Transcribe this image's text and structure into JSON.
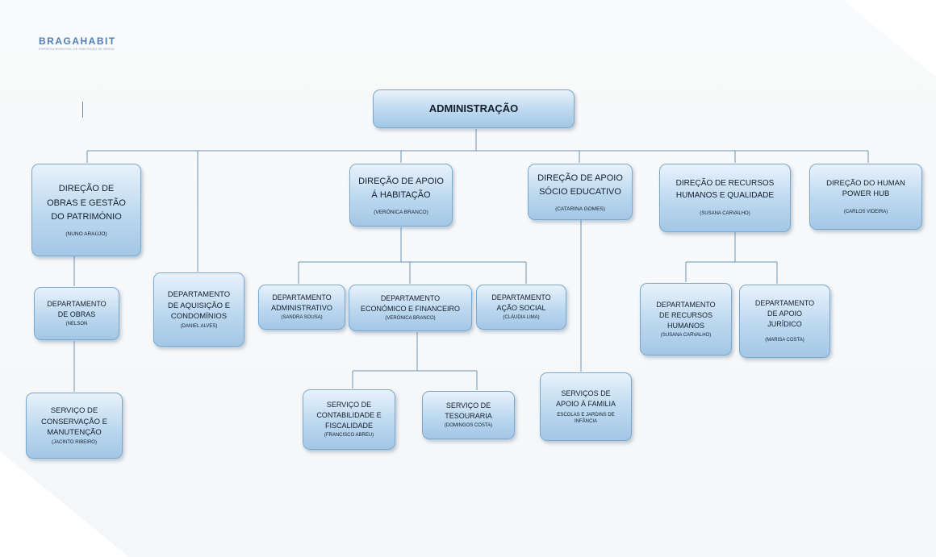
{
  "logo": {
    "name": "BRAGAHABIT",
    "tagline": "EMPRESA MUNICIPAL DE HABITAÇÃO DE BRAGA"
  },
  "chart": {
    "admin": {
      "title": "ADMINISTRAÇÃO"
    },
    "obras": {
      "title": [
        "DIREÇÃO DE",
        "OBRAS E GESTÃO",
        "DO PATRIMÓNIO"
      ],
      "person": "(NUNO ARAÚJO)"
    },
    "dep_obras": {
      "title": [
        "DEPARTAMENTO",
        "DE OBRAS"
      ],
      "person": "(NELSON"
    },
    "serv_conserv": {
      "title": [
        "SERVIÇO DE",
        "CONSERVAÇÃO E",
        "MANUTENÇÃO"
      ],
      "person": "(JACINTO RIBEIRO)"
    },
    "dep_aquisicao": {
      "title": [
        "DEPARTAMENTO",
        "DE AQUISIÇÃO E",
        "CONDOMÍNIOS"
      ],
      "person": "(DANIEL ALVES)"
    },
    "habitacao": {
      "title": [
        "DIREÇÃO DE APOIO",
        "Á HABITAÇÃO"
      ],
      "person": "(VERÓNICA BRANCO)"
    },
    "dep_admin": {
      "title": [
        "DEPARTAMENTO",
        "ADMINISTRATIVO"
      ],
      "person": "(SANDRA SOUSA)"
    },
    "dep_econ": {
      "title": [
        "DEPARTAMENTO",
        "ECONÓMICO E FINANCEIRO"
      ],
      "person": "(VERÓNICA BRANCO)"
    },
    "dep_social": {
      "title": [
        "DEPARTAMENTO",
        "AÇÃO SOCIAL"
      ],
      "person": "(CLÁUDIA LIMA)"
    },
    "serv_contab": {
      "title": [
        "SERVIÇO DE",
        "CONTABILIDADE E",
        "FISCALIDADE"
      ],
      "person": "(FRANCISCO ABREU)"
    },
    "serv_tesour": {
      "title": [
        "SERVIÇO DE",
        "TESOURARIA"
      ],
      "person": "(DOMINGOS COSTA)"
    },
    "socio": {
      "title": [
        "DIREÇÃO DE APOIO",
        "SÓCIO EDUCATIVO"
      ],
      "person": "(CATARINA GOMES)"
    },
    "serv_familia": {
      "title": [
        "SERVIÇOS DE",
        "APOIO À FAMILIA"
      ],
      "sub": [
        "ESCOLAS E JARDINS DE",
        "INFÂNCIA"
      ]
    },
    "rh": {
      "title": [
        "DIREÇÃO DE RECURSOS",
        "HUMANOS E QUALIDADE"
      ],
      "person": "(SUSANA CARVALHO)"
    },
    "dep_rh": {
      "title": [
        "DEPARTAMENTO",
        "DE RECURSOS",
        "HUMANOS"
      ],
      "person": "(SUSANA CARVALHO)"
    },
    "dep_jur": {
      "title": [
        "DEPARTAMENTO",
        "DE APOIO",
        "JURÍDICO"
      ],
      "person": "(MARISA COSTA)"
    },
    "hub": {
      "title": [
        "DIREÇÃO DO HUMAN",
        "POWER HUB"
      ],
      "person": "(CARLOS VIDEIRA)"
    }
  },
  "colors": {
    "line": "#6f94b5",
    "box_top": "#e8f2fb",
    "box_bottom": "#a3c7e6",
    "border": "#7aa9cf"
  }
}
